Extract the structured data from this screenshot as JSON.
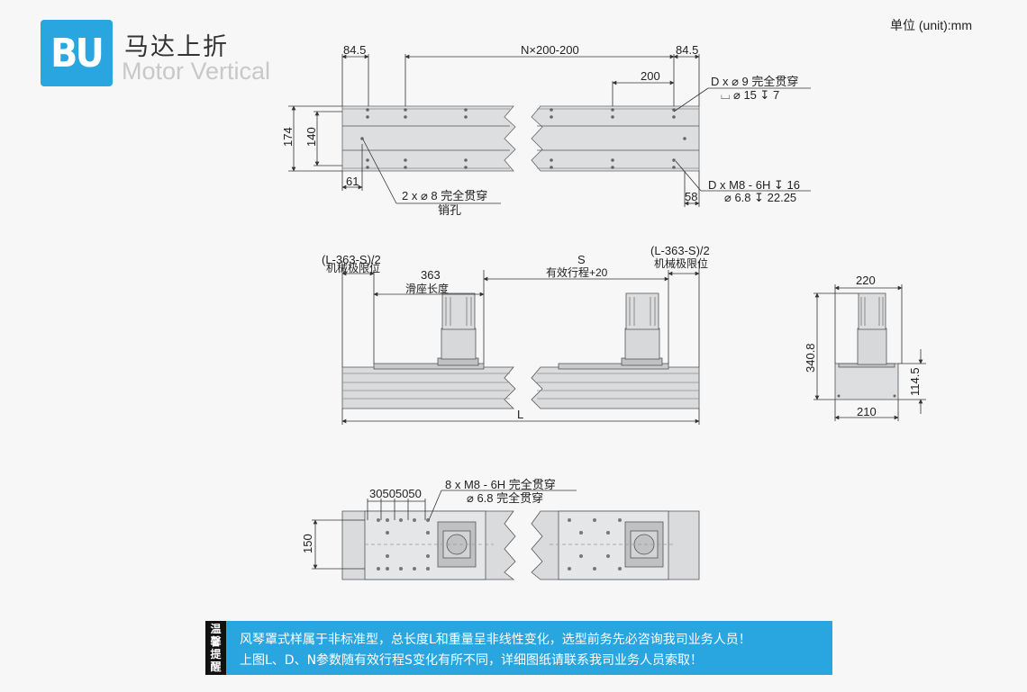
{
  "header": {
    "logo_text": "BU",
    "title_cn": "马达上折",
    "title_en": "Motor Vertical",
    "unit": "单位 (unit):mm"
  },
  "top_view": {
    "dim_left_end": "84.5",
    "dim_pitch": "N×200-200",
    "dim_right_end": "84.5",
    "dim_200": "200",
    "dim_174": "174",
    "dim_140": "140",
    "dim_61": "61",
    "dim_58": "58",
    "hole_d_through_1": "D x ⌀ 9 完全贯穿",
    "hole_d_cbore_1": "⌴ ⌀ 15 ↧ 7",
    "pin_hole_1": "2 x ⌀ 8 完全贯穿",
    "pin_hole_2": "销孔",
    "tap_hole_1": "D x  M8 - 6H ↧ 16",
    "tap_hole_2": "⌀ 6.8 ↧ 22.25"
  },
  "side_view": {
    "left_limit_1": "(L-363-S)/2",
    "left_limit_2": "机械极限位",
    "slide_len_1": "363",
    "slide_len_2": "滑座长度",
    "stroke_1": "S",
    "stroke_2": "有效行程+20",
    "right_limit_1": "(L-363-S)/2",
    "right_limit_2": "机械极限位",
    "total_len": "L"
  },
  "end_view": {
    "dim_220": "220",
    "dim_340_8": "340.8",
    "dim_114_5": "114.5",
    "dim_210": "210"
  },
  "bottom_view": {
    "dim_spacing": "30505050",
    "dim_150": "150",
    "screw_1": "8 x  M8 - 6H 完全贯穿",
    "screw_2": "⌀ 6.8 完全贯穿"
  },
  "notice": {
    "tag": [
      "温",
      "馨",
      "提",
      "醒"
    ],
    "line1": "风琴罩式样属于非标准型，总长度L和重量呈非线性变化，选型前务先必咨询我司业务人员！",
    "line2": "上图L、D、N参数随有效行程S变化有所不同，详细图纸请联系我司业务人员索取！"
  },
  "colors": {
    "accent": "#29a6df",
    "rail": "#d9dbdd",
    "line": "#333333"
  }
}
